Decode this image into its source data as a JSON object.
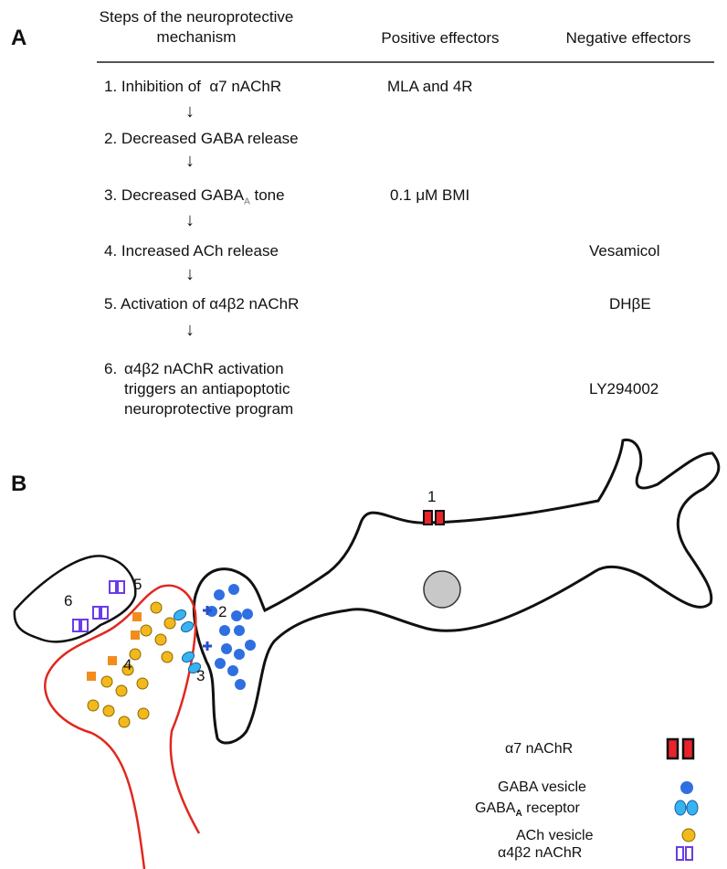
{
  "panel_a": {
    "label": "A",
    "headers": {
      "steps_line1": "Steps of the neuroprotective",
      "steps_line2": "mechanism",
      "positive": "Positive effectors",
      "negative": "Negative effectors"
    },
    "steps": [
      {
        "num": "1.",
        "text": "Inhibition of  α7 nAChR",
        "positive": "MLA and 4R",
        "negative": ""
      },
      {
        "num": "2.",
        "text": "Decreased GABA release",
        "positive": "",
        "negative": ""
      },
      {
        "num": "3.",
        "text_pre": "Decreased GABA",
        "text_sub": "A",
        "text_post": " tone",
        "positive": "0.1 μM BMI",
        "negative": ""
      },
      {
        "num": "4.",
        "text": "Increased ACh release",
        "positive": "",
        "negative": "Vesamicol"
      },
      {
        "num": "5.",
        "text": "Activation of α4β2 nAChR",
        "positive": "",
        "negative": "DHβE"
      },
      {
        "num": "6.",
        "lines": [
          "α4β2 nAChR activation",
          "triggers an antiapoptotic",
          "neuroprotective program"
        ],
        "positive": "",
        "negative": "LY294002"
      }
    ],
    "arrow_glyph": "↓"
  },
  "panel_b": {
    "label": "B",
    "site_numbers": [
      "1",
      "2",
      "3",
      "4",
      "5",
      "6"
    ],
    "legend": {
      "a7": "α7 nAChR",
      "gaba_vesicle": "GABA vesicle",
      "gabaa_pre": "GABA",
      "gabaa_sub": "A",
      "gabaa_post": " receptor",
      "ach_vesicle": "ACh vesicle",
      "a4b2": "α4β2 nAChR"
    },
    "colors": {
      "a7_receptor": "#e8232a",
      "gaba_vesicle": "#2f6fe0",
      "gabaa_receptor": "#37b4f0",
      "ach_vesicle": "#f2b81c",
      "a4b2_receptor": "#6a3ce8",
      "ach_receptor_orange": "#f28c1c",
      "cholinergic_outline": "#e0281e",
      "nucleus": "#c8c8c8"
    }
  }
}
